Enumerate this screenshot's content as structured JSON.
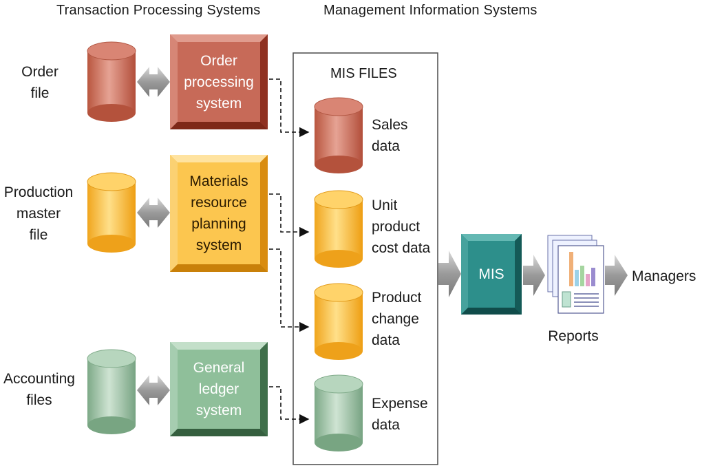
{
  "headers": {
    "tps": "Transaction Processing Systems",
    "mis": "Management Information Systems"
  },
  "sources": [
    {
      "file_label": "Order\nfile",
      "system_label": "Order\nprocessing\nsystem",
      "color": "#c9705f"
    },
    {
      "file_label": "Production\nmaster\nfile",
      "system_label": "Materials\nresource\nplanning\nsystem",
      "color": "#f3b232"
    },
    {
      "file_label": "Accounting\nfiles",
      "system_label": "General\nledger\nsystem",
      "color": "#8cb894"
    }
  ],
  "mis_files": {
    "title": "MIS FILES",
    "items": [
      {
        "label": "Sales\ndata",
        "color": "#c9705f"
      },
      {
        "label": "Unit\nproduct\ncost data",
        "color": "#f3b232"
      },
      {
        "label": "Product\nchange\ndata",
        "color": "#f3b232"
      },
      {
        "label": "Expense\ndata",
        "color": "#8cb894"
      }
    ]
  },
  "mis_box": {
    "label": "MIS",
    "color": "#2a8a86"
  },
  "reports": {
    "label": "Reports"
  },
  "managers": {
    "label": "Managers"
  }
}
